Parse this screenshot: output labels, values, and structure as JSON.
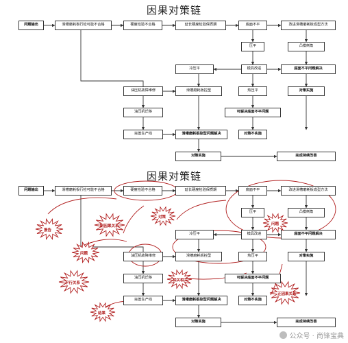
{
  "top": {
    "title": "因果对策链",
    "nodes": {
      "problem": "问题输出",
      "a1": "滑槽磨耗板行检可能不合格",
      "a2": "硬度检验不合格",
      "a3": "延长硬度检验保质期",
      "a4": "底面不平",
      "a5": "改进滑槽磨耗板成型方法",
      "b1": "压平",
      "b2": "凸模倒角",
      "c1": "冷压平",
      "c2": "模具改进",
      "c3": "底面不平问题解决",
      "d1": "油压机故障维修",
      "d2": "滑槽磨耗板控型",
      "d3": "热压平",
      "d4": "对策实施",
      "e1": "油压机迁移",
      "e2": "可解决底面不平问题",
      "f1": "完善生产线",
      "f2": "滑槽磨耗板控型问题解决",
      "f3": "对策不实施",
      "g1": "对策实施",
      "g2": "完成持续改善"
    }
  },
  "bottom": {
    "title": "因果对策链",
    "nodes": {
      "problem": "问题输出",
      "a1": "滑槽磨耗板行检可能不合格",
      "a2": "硬度检验不合格",
      "a3": "延长硬度检验保质期",
      "a4": "底面不平",
      "a5": "改进滑槽磨耗板成型方法",
      "b1": "压平",
      "b2": "凸模倒角",
      "c1": "冷压平",
      "c2": "模具改进",
      "c3": "底面不平问题解决",
      "d1": "油压机故障维修",
      "d2": "滑槽磨耗板控型",
      "d3": "热压平",
      "d4": "对策实施",
      "e1": "油压机迁移",
      "e2": "可解决底面不平问题",
      "f1": "完善生产线",
      "f2": "滑槽磨耗板控型问题解决",
      "f3": "对策不实施",
      "g1": "对策实施",
      "g2": "完成持续改善"
    },
    "annotations": {
      "report": "报告",
      "causal": "制因果关系",
      "countermeasure": "对策",
      "problem": "问题",
      "parallel": "平行关系",
      "correlation": "相关相关",
      "result": "结果",
      "effective": "问题",
      "positive": "正因果关系"
    }
  },
  "watermark": "公众号 · 尚锋宝典",
  "colors": {
    "line": "#333333",
    "annotation": "#b01c1c"
  }
}
